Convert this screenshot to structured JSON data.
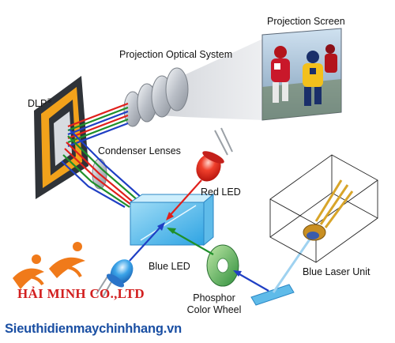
{
  "labels": {
    "projection_screen": "Projection Screen",
    "projection_optical_system": "Projection  Optical System",
    "dlp": "DLP",
    "dlp_mark": "®",
    "condenser_lenses": "Condenser Lenses",
    "red_led": "Red LED",
    "blue_led": "Blue LED",
    "blue_laser_unit": "Blue Laser Unit",
    "phosphor_color_wheel_line1": "Phosphor",
    "phosphor_color_wheel_line2": "Color Wheel"
  },
  "watermark": {
    "brand": "HẢI MINH CO.,LTD",
    "website": "Sieuthidienmaychinhhang.vn"
  },
  "colors": {
    "red_light": "#e0201c",
    "green_light": "#1f8f2a",
    "blue_light": "#1f3fc4",
    "dlp_frame": "#f2a21b",
    "logo_orange": "#f07a1a",
    "brand_red": "#d21f1f",
    "site_blue": "#1a4fa3"
  }
}
